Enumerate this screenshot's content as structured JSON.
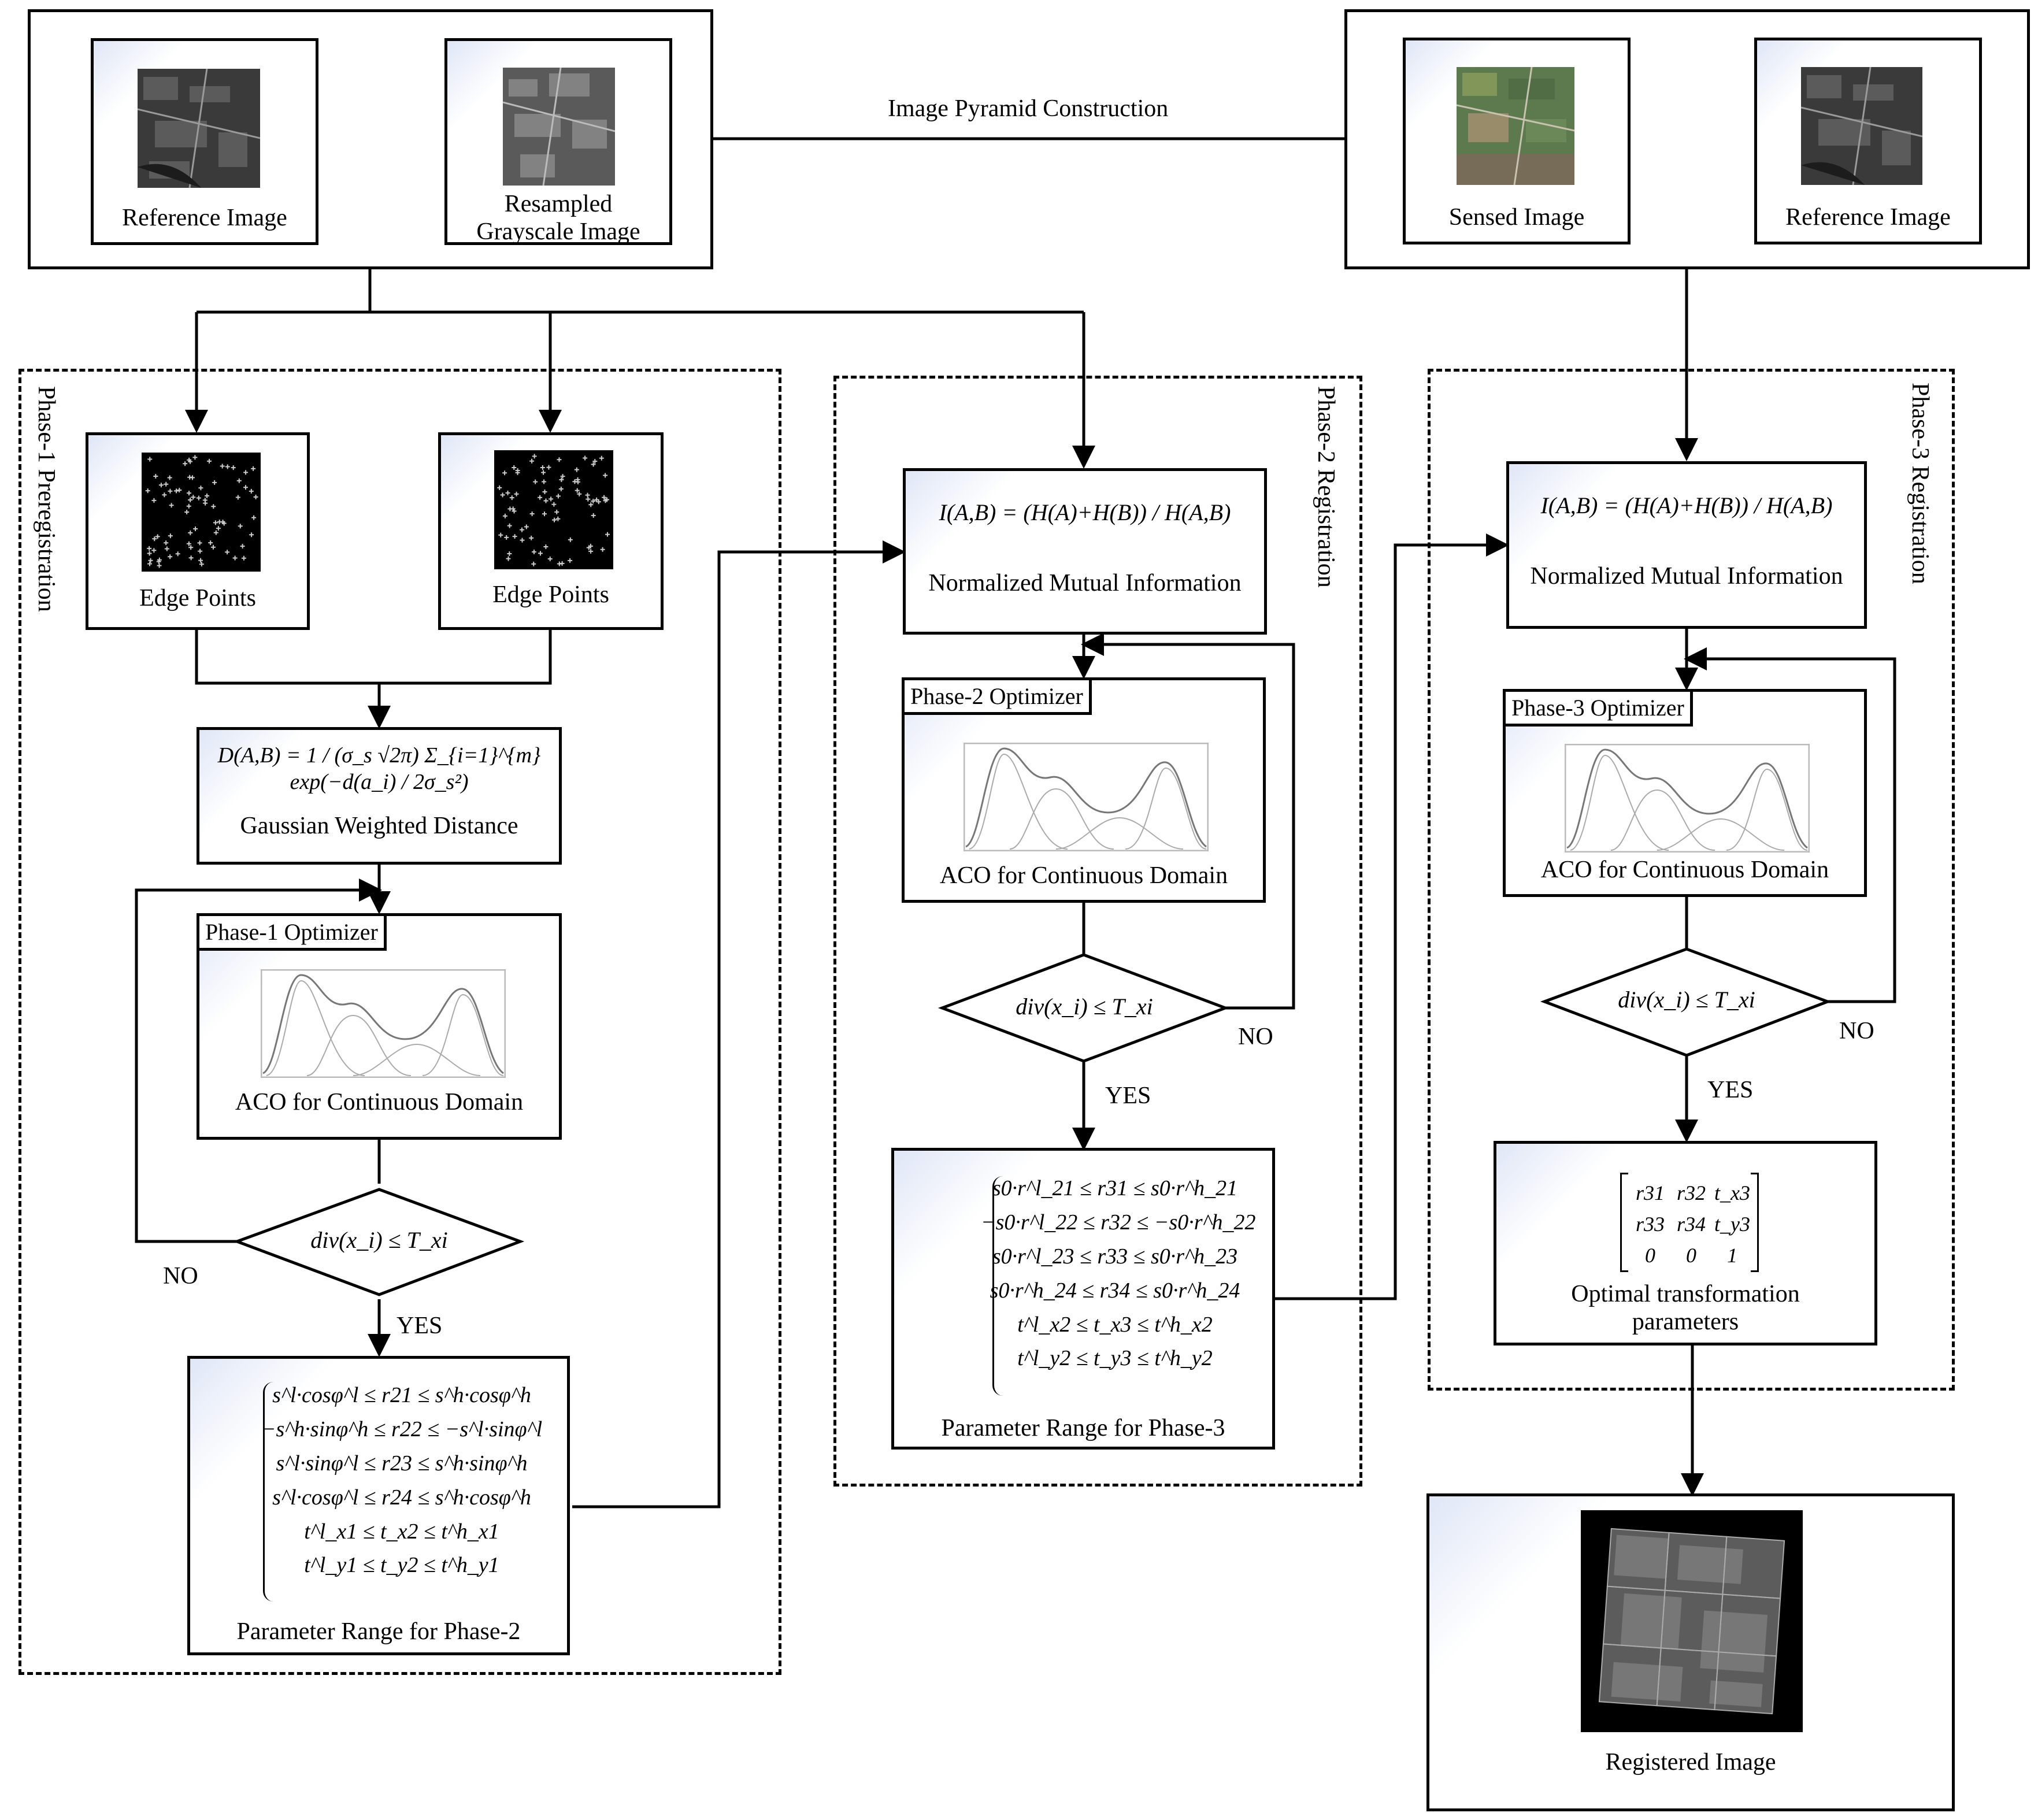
{
  "top_left": {
    "reference_image": "Reference Image",
    "resampled_image": "Resampled\nGrayscale Image"
  },
  "top_right": {
    "sensed_image": "Sensed Image",
    "reference_image": "Reference Image"
  },
  "arrow_label": "Image Pyramid Construction",
  "phase1": {
    "title": "Phase-1 Preregistration",
    "edge_points_left": "Edge Points",
    "edge_points_right": "Edge Points",
    "gwd_formula": "D(A,B) = 1 / (σ_s √2π) Σ_{i=1}^{m} exp(−d(a_i) / 2σ_s²)",
    "gwd_label": "Gaussian Weighted Distance",
    "optimizer": "Phase-1 Optimizer",
    "aco": "ACO for Continuous Domain",
    "condition": "div(x_i) ≤ T_xi",
    "no": "NO",
    "yes": "YES",
    "range_lines": [
      "s^l·cosφ^l ≤ r21 ≤ s^h·cosφ^h",
      "−s^h·sinφ^h ≤ r22 ≤ −s^l·sinφ^l",
      "s^l·sinφ^l ≤ r23 ≤ s^h·sinφ^h",
      "s^l·cosφ^l ≤ r24 ≤ s^h·cosφ^h",
      "t^l_x1 ≤ t_x2 ≤ t^h_x1",
      "t^l_y1 ≤ t_y2 ≤ t^h_y1"
    ],
    "range_label": "Parameter Range for Phase-2"
  },
  "phase2": {
    "title": "Phase-2 Registration",
    "nmi_formula": "I(A,B) = (H(A)+H(B)) / H(A,B)",
    "nmi_label": "Normalized Mutual Information",
    "optimizer": "Phase-2 Optimizer",
    "aco": "ACO for Continuous Domain",
    "condition": "div(x_i) ≤ T_xi",
    "no": "NO",
    "yes": "YES",
    "range_lines": [
      "s0·r^l_21 ≤ r31 ≤ s0·r^h_21",
      "−s0·r^l_22 ≤ r32 ≤ −s0·r^h_22",
      "s0·r^l_23 ≤ r33 ≤ s0·r^h_23",
      "s0·r^h_24 ≤ r34 ≤ s0·r^h_24",
      "t^l_x2 ≤ t_x3 ≤ t^h_x2",
      "t^l_y2 ≤ t_y3 ≤ t^h_y2"
    ],
    "range_label": "Parameter Range for Phase-3"
  },
  "phase3": {
    "title": "Phase-3 Registration",
    "nmi_formula": "I(A,B) = (H(A)+H(B)) / H(A,B)",
    "nmi_label": "Normalized Mutual Information",
    "optimizer": "Phase-3 Optimizer",
    "aco": "ACO for Continuous Domain",
    "condition": "div(x_i) ≤ T_xi",
    "no": "NO",
    "yes": "YES",
    "matrix": [
      [
        "r31",
        "r32",
        "t_x3"
      ],
      [
        "r33",
        "r34",
        "t_y3"
      ],
      [
        "0",
        "0",
        "1"
      ]
    ],
    "result_label": "Optimal transformation\nparameters"
  },
  "registered_image": "Registered Image"
}
